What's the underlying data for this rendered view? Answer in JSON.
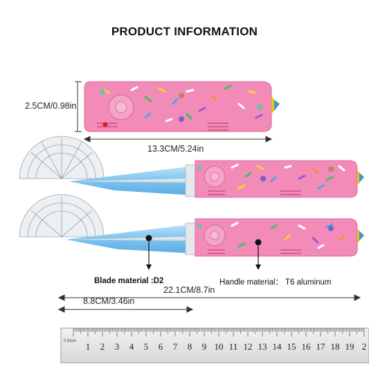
{
  "title": "PRODUCT INFORMATION",
  "dimensions": {
    "width_label": "2.5CM/0.98in",
    "closed_length_label": "13.3CM/5.24in",
    "overall_length_label": "22.1CM/8.7in",
    "blade_length_label": "8.8CM/3.46in"
  },
  "materials": {
    "blade_label": "Blade material :D2",
    "handle_label": "Handle material： T6 aluminum"
  },
  "ruler": {
    "unit_mark": "0.5mm",
    "numbers": [
      "1",
      "2",
      "3",
      "4",
      "5",
      "6",
      "7",
      "8",
      "9",
      "10",
      "11",
      "12",
      "13",
      "14",
      "15",
      "16",
      "17",
      "18",
      "19",
      "2"
    ]
  },
  "colors": {
    "handle": "#f28bb7",
    "blade": "#8ecbf0",
    "accent_red": "#d4201f"
  }
}
